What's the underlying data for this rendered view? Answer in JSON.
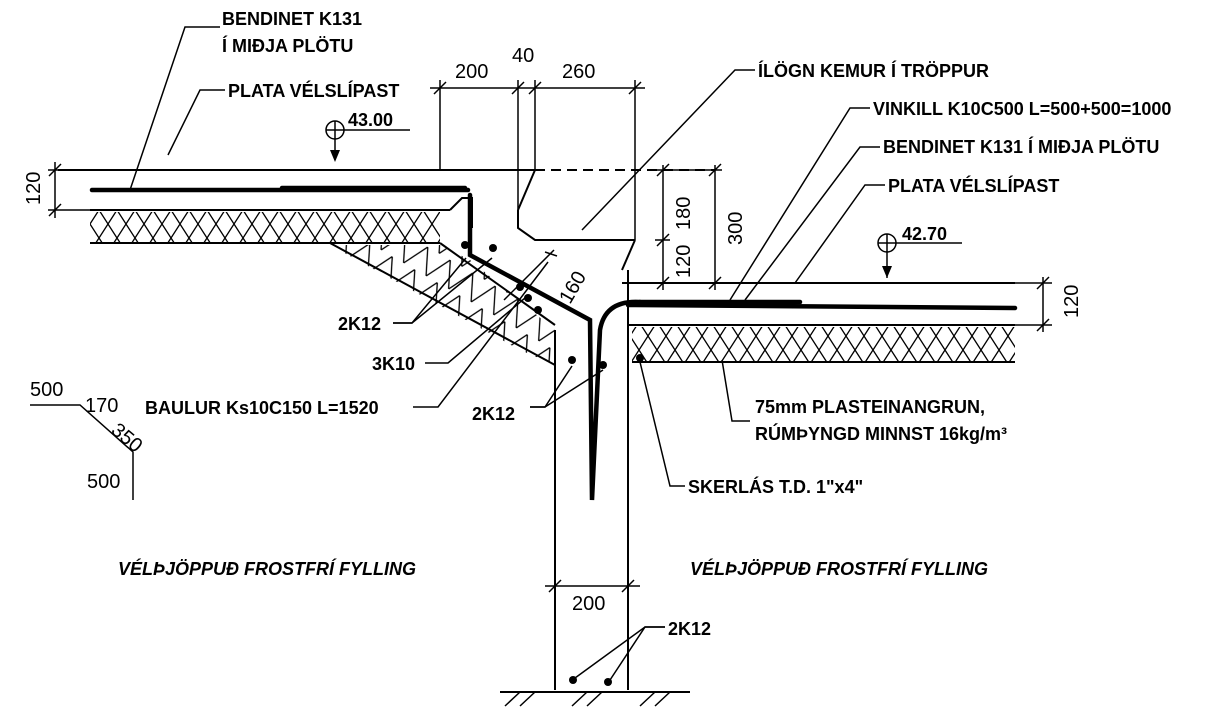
{
  "labels": {
    "bendinet_left_line1": "BENDINET K131",
    "bendinet_left_line2": "Í MIÐJA PLÖTU",
    "plata_left": "PLATA VÉLSLÍPAST",
    "ilogn": "ÍLÖGN KEMUR Í TRÖPPUR",
    "vinkill": "VINKILL K10C500 L=500+500=1000",
    "bendinet_right": "BENDINET K131 Í MIÐJA PLÖTU",
    "plata_right": "PLATA VÉLSLÍPAST",
    "rebar_2k12_a": "2K12",
    "rebar_3k10": "3K10",
    "baulur": "BAULUR Ks10C150 L=1520",
    "rebar_2k12_b": "2K12",
    "insulation_line1": "75mm PLASTEINANGRUN,",
    "insulation_line2": "RÚMÞYNGD MINNST 16kg/m³",
    "skerlas": "SKERLÁS T.D. 1\"x4\"",
    "fill_left": "VÉLÞJÖPPUÐ FROSTFRÍ FYLLING",
    "fill_right": "VÉLÞJÖPPUÐ FROSTFRÍ FYLLING",
    "rebar_2k12_c": "2K12"
  },
  "levels": {
    "left": "43.00",
    "right": "42.70"
  },
  "dimensions": {
    "top_200": "200",
    "top_40": "40",
    "top_260": "260",
    "left_120": "120",
    "step_180": "180",
    "step_300": "300",
    "step_120": "120",
    "right_120": "120",
    "diag_160": "160",
    "wall_200": "200"
  },
  "bend_schedule": {
    "a": "500",
    "b": "170",
    "c": "350",
    "d": "500"
  }
}
